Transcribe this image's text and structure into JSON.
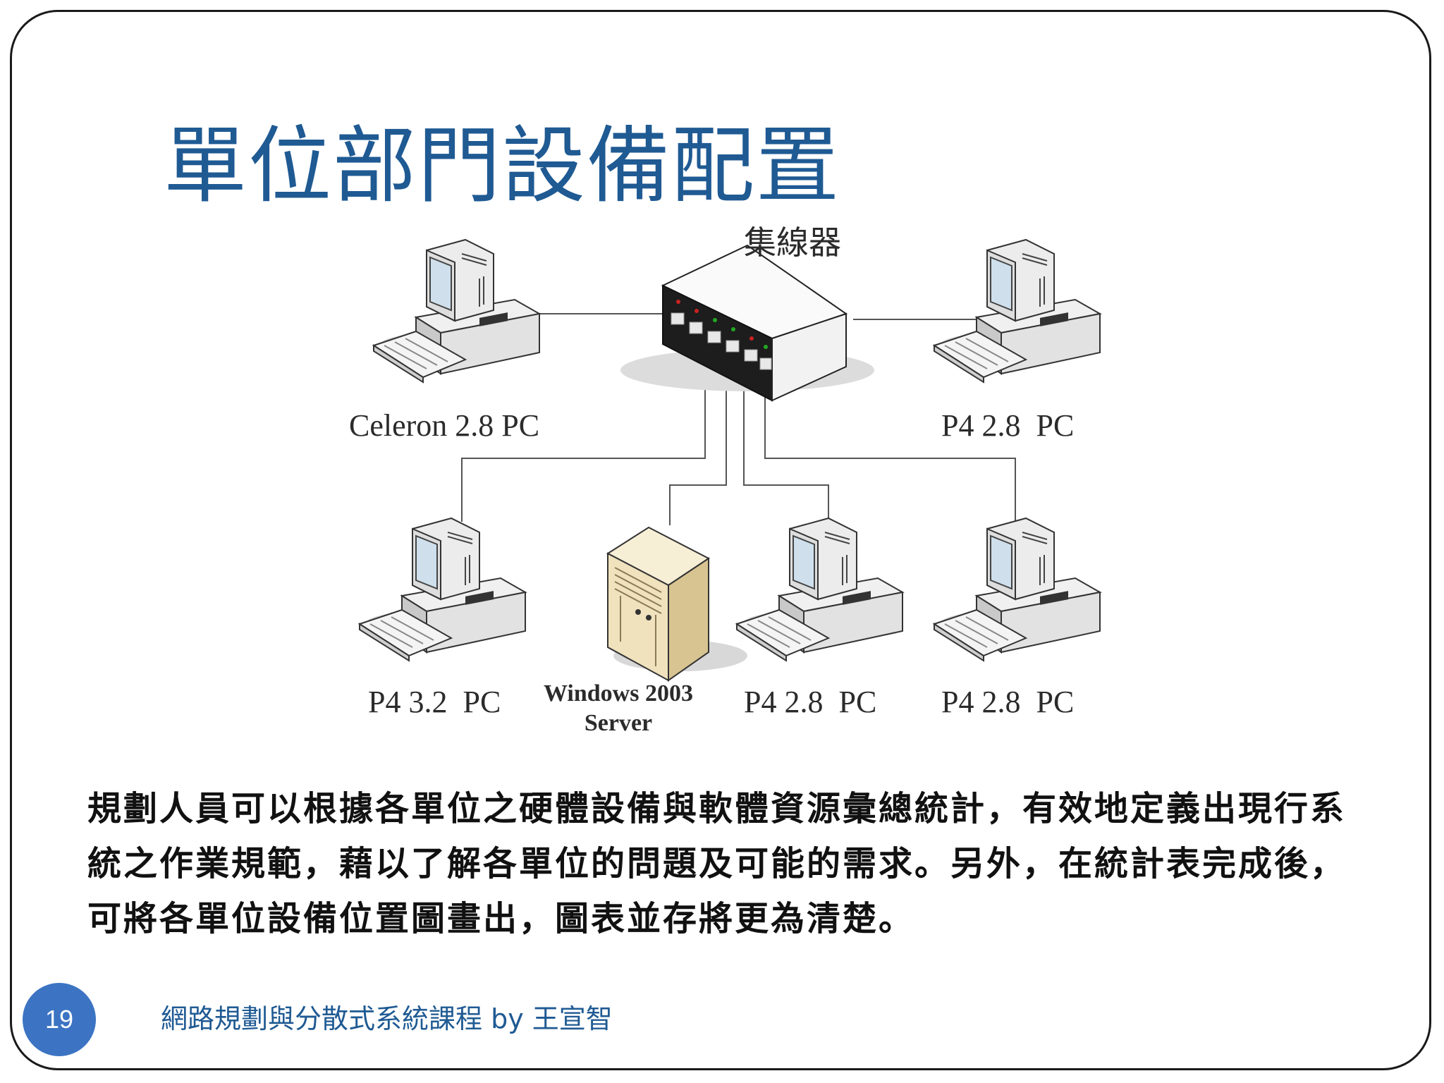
{
  "slide": {
    "title": "單位部門設備配置",
    "page_number": "19",
    "footer": "網路規劃與分散式系統課程  by 王宣智",
    "body_lines": [
      "規劃人員可以根據各單位之硬體設備與軟體資源彙總統計，有效地定義出現行系",
      "統之作業規範，藉以了解各單位的問題及可能的需求。另外，在統計表完成後，",
      "可將各單位設備位置圖畫出，圖表並存將更為清楚。"
    ]
  },
  "diagram": {
    "hub_label": "集線器",
    "nodes": [
      {
        "id": "celeron",
        "label": "Celeron 2.8 PC"
      },
      {
        "id": "p4-top-right",
        "label": "P4 2.8  PC"
      },
      {
        "id": "p4-32",
        "label": "P4 3.2  PC"
      },
      {
        "id": "server",
        "label_line1": "Windows 2003",
        "label_line2": "Server"
      },
      {
        "id": "p4-mid",
        "label": "P4 2.8  PC"
      },
      {
        "id": "p4-bottom-right",
        "label": "P4 2.8  PC"
      }
    ]
  },
  "colors": {
    "title": "#1f5a93",
    "badge": "#3c74c3",
    "footer": "#1f5a93"
  }
}
